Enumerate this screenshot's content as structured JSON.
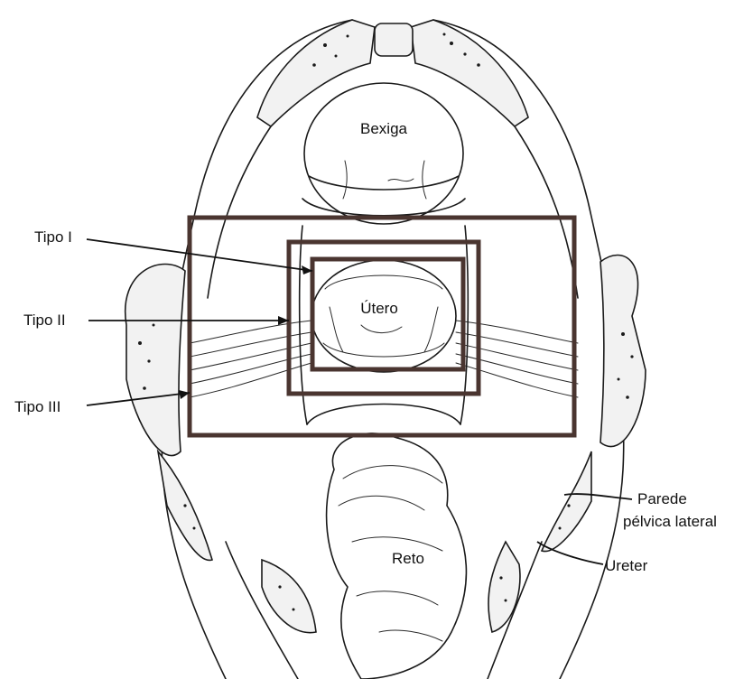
{
  "diagram": {
    "organs": {
      "bladder": "Bexiga",
      "uterus": "Útero",
      "rectum": "Reto"
    },
    "resection_types": [
      {
        "label": "Tipo I"
      },
      {
        "label": "Tipo II"
      },
      {
        "label": "Tipo III"
      }
    ],
    "structures": {
      "pelvic_wall_line1": "Parede",
      "pelvic_wall_line2": "pélvica lateral",
      "ureter": "Ureter"
    },
    "colors": {
      "box_stroke": "#4a3530",
      "ink": "#1a1a1a",
      "background": "#ffffff"
    }
  }
}
